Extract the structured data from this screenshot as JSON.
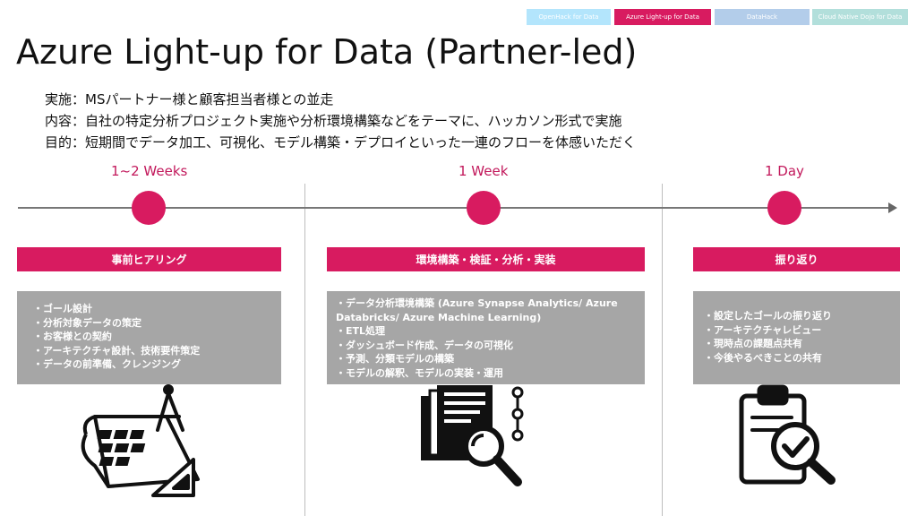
{
  "nav": {
    "tabs": [
      {
        "label": "OpenHack for Data",
        "color": "#b3e5fc"
      },
      {
        "label": "Azure Light-up for Data",
        "color": "#d81b60"
      },
      {
        "label": "DataHack",
        "color": "#b3cdea"
      },
      {
        "label": "Cloud Native Dojo for Data",
        "color": "#b2dfdb"
      }
    ]
  },
  "title": "Azure Light-up for Data (Partner-led)",
  "description": [
    "実施：MSパートナー様と顧客担当者様との並走",
    "内容：自社の特定分析プロジェクト実施や分析環境構築などをテーマに、ハッカソン形式で実施",
    "目的：短期間でデータ加工、可視化、モデル構築・デプロイといった一連のフローを体感いただく"
  ],
  "accent_color": "#d81b60",
  "phases": [
    {
      "duration": "1~2 Weeks",
      "name": "事前ヒアリング",
      "items": [
        "・ゴール設計",
        "・分析対象データの策定",
        "・お客様との契約",
        "・アーキテクチャ設計、技術要件策定",
        "・データの前準備、クレンジング"
      ],
      "icon": "blueprint-compass-icon"
    },
    {
      "duration": "1 Week",
      "name": "環境構築・検証・分析・実装",
      "items": [
        "・データ分析環境構築 (Azure Synapse Analytics/ Azure",
        "Databricks/ Azure Machine Learning)",
        "・ETL処理",
        "・ダッシュボード作成、データの可視化",
        "・予測、分類モデルの構築",
        "・モデルの解釈、モデルの実装・運用"
      ],
      "icon": "document-analysis-icon"
    },
    {
      "duration": "1 Day",
      "name": "振り返り",
      "items": [
        "・設定したゴールの振り返り",
        "・アーキテクチャレビュー",
        "・現時点の課題点共有",
        "・今後やるべきことの共有"
      ],
      "icon": "clipboard-check-icon"
    }
  ]
}
